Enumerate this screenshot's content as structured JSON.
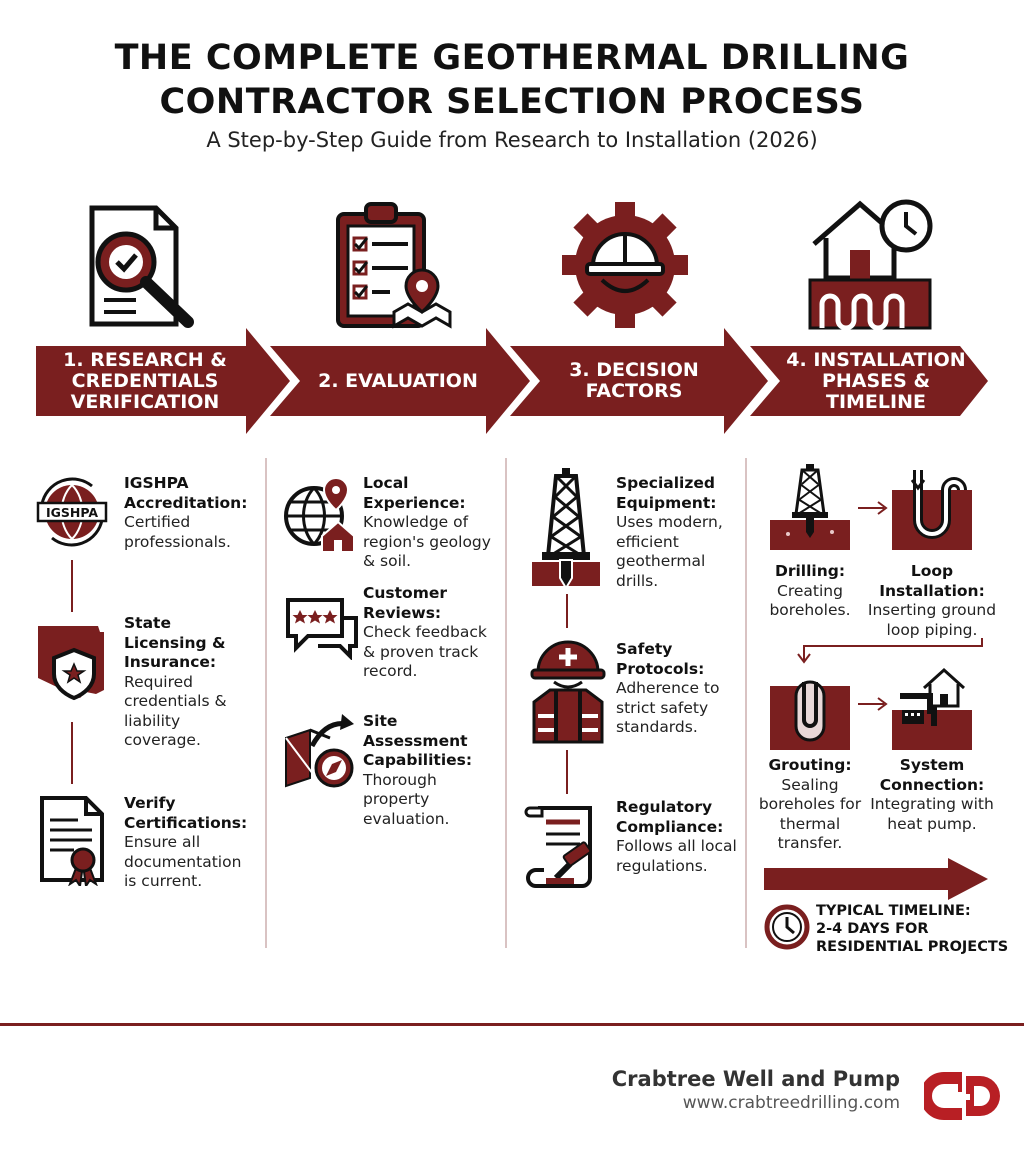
{
  "header": {
    "title_line1": "THE COMPLETE GEOTHERMAL DRILLING",
    "title_line2": "CONTRACTOR SELECTION PROCESS",
    "subtitle": "A Step-by-Step Guide from Research to Installation (2026)"
  },
  "colors": {
    "accent": "#7a1f1f",
    "text": "#111111",
    "divider": "#d9c3c3"
  },
  "steps": [
    {
      "label_lines": [
        "1. RESEARCH &",
        "CREDENTIALS",
        "VERIFICATION"
      ],
      "icon": "document-magnifier-icon"
    },
    {
      "label_lines": [
        "2. EVALUATION"
      ],
      "icon": "clipboard-checklist-icon"
    },
    {
      "label_lines": [
        "3. DECISION",
        "FACTORS"
      ],
      "icon": "hardhat-gear-icon"
    },
    {
      "label_lines": [
        "4. INSTALLATION",
        "PHASES &",
        "TIMELINE"
      ],
      "icon": "house-loop-clock-icon"
    }
  ],
  "col1": [
    {
      "title": "IGSHPA Accreditation:",
      "desc": "Certified professionals.",
      "icon": "igshpa-globe-icon",
      "icon_text": "IGSHPA"
    },
    {
      "title": "State Licensing & Insurance:",
      "desc": "Required credentials & liability coverage.",
      "icon": "state-shield-icon"
    },
    {
      "title": "Verify Certifications:",
      "desc": "Ensure all documentation is current.",
      "icon": "certificate-icon"
    }
  ],
  "col2": [
    {
      "title": "Local Experience:",
      "desc": "Knowledge of region's geology & soil.",
      "icon": "globe-pin-house-icon"
    },
    {
      "title": "Customer Reviews:",
      "desc": "Check feedback & proven track record.",
      "icon": "review-bubbles-icon"
    },
    {
      "title": "Site Assessment Capabilities:",
      "desc": "Thorough property evaluation.",
      "icon": "map-compass-icon"
    }
  ],
  "col3": [
    {
      "title": "Specialized Equipment:",
      "desc": "Uses modern, efficient geothermal drills.",
      "icon": "drill-rig-icon"
    },
    {
      "title": "Safety Protocols:",
      "desc": "Adherence to strict safety standards.",
      "icon": "safety-worker-icon"
    },
    {
      "title": "Regulatory Compliance:",
      "desc": "Follows all local regulations.",
      "icon": "scroll-gavel-icon"
    }
  ],
  "phases": [
    {
      "title": "Drilling:",
      "desc": "Creating boreholes.",
      "icon": "drilling-icon"
    },
    {
      "title": "Loop Installation:",
      "desc": "Inserting ground loop piping.",
      "icon": "loop-icon"
    },
    {
      "title": "Grouting:",
      "desc": "Sealing boreholes for thermal transfer.",
      "icon": "grouting-icon"
    },
    {
      "title": "System Connection:",
      "desc": "Integrating with heat pump.",
      "icon": "house-connection-icon"
    }
  ],
  "timeline": {
    "line1": "TYPICAL TIMELINE:",
    "line2": "2-4 DAYS FOR",
    "line3": "RESIDENTIAL PROJECTS",
    "icon": "clock-icon"
  },
  "brand": {
    "name": "Crabtree Well and Pump",
    "url": "www.crabtreedrilling.com",
    "logo_icon": "crabtree-logo-icon"
  }
}
